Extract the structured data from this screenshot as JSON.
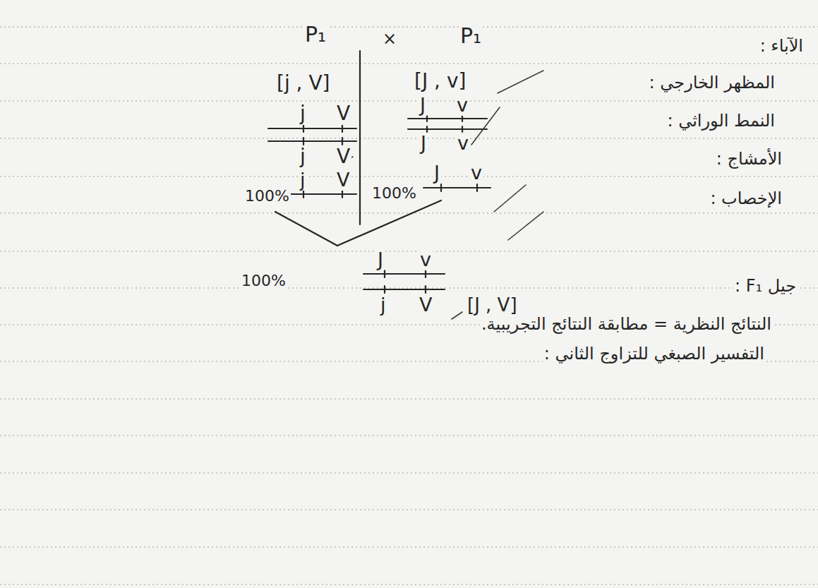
{
  "diagram": {
    "labels": [
      "الآباء :",
      "P₁",
      "×",
      "P₁",
      "المظهر الخارجي :",
      "[J , v]",
      "[j , V]",
      "النمط الوراثي :",
      "J",
      "v",
      "J",
      "v",
      "j",
      "V",
      "j",
      "V",
      "الأمشاج :",
      "100%",
      "J",
      "v",
      "100%",
      "j",
      "V",
      "الإخصاب :",
      "J",
      "v",
      "100%",
      "j",
      "V",
      "[J , V]",
      "جيل F₁ :",
      "النتائج النظرية = مطابقة النتائج التجريبية.",
      "التفسير الصبغي للتزاوج الثاني :"
    ]
  }
}
